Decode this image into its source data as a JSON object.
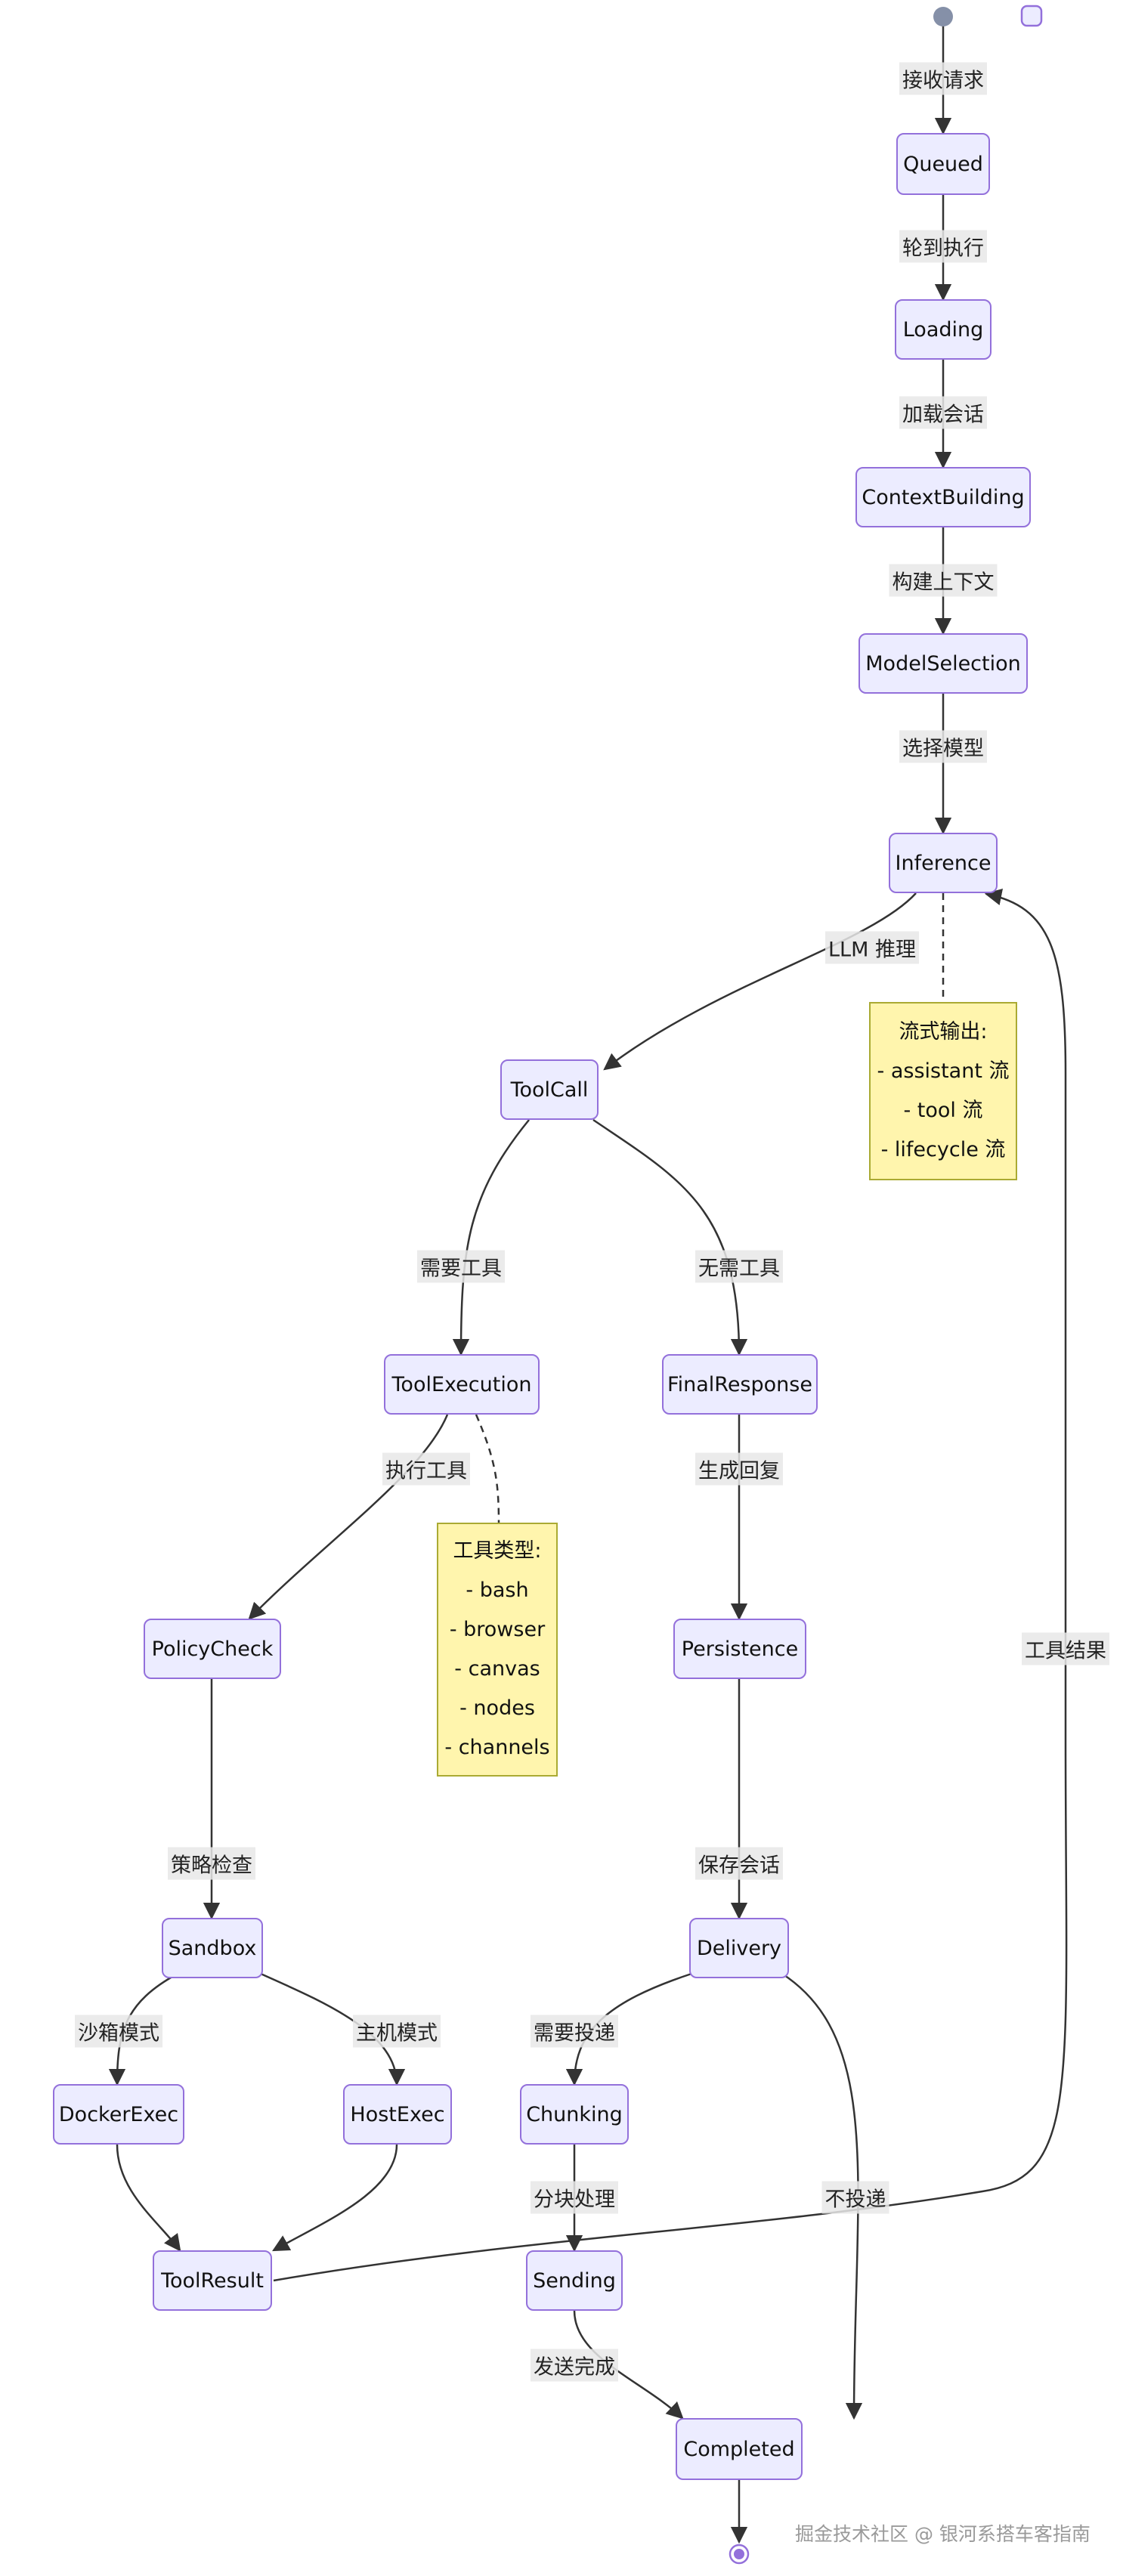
{
  "nodes": {
    "queued": "Queued",
    "loading": "Loading",
    "context_building": "ContextBuilding",
    "model_selection": "ModelSelection",
    "inference": "Inference",
    "tool_call": "ToolCall",
    "tool_execution": "ToolExecution",
    "final_response": "FinalResponse",
    "policy_check": "PolicyCheck",
    "persistence": "Persistence",
    "sandbox": "Sandbox",
    "delivery": "Delivery",
    "docker_exec": "DockerExec",
    "host_exec": "HostExec",
    "chunking": "Chunking",
    "tool_result": "ToolResult",
    "sending": "Sending",
    "completed": "Completed"
  },
  "edges": {
    "receive_request": "接收请求",
    "turn_to_execute": "轮到执行",
    "load_session": "加载会话",
    "build_context": "构建上下文",
    "select_model": "选择模型",
    "llm_inference": "LLM 推理",
    "need_tool": "需要工具",
    "no_tool": "无需工具",
    "execute_tool": "执行工具",
    "generate_reply": "生成回复",
    "policy_check": "策略检查",
    "save_session": "保存会话",
    "sandbox_mode": "沙箱模式",
    "host_mode": "主机模式",
    "need_delivery": "需要投递",
    "no_delivery": "不投递",
    "chunk_process": "分块处理",
    "send_complete": "发送完成",
    "tool_result": "工具结果"
  },
  "notes": {
    "streaming": [
      "流式输出:",
      "- assistant 流",
      "- tool 流",
      "- lifecycle 流"
    ],
    "tool_types": [
      "工具类型:",
      "- bash",
      "- browser",
      "- canvas",
      "- nodes",
      "- channels"
    ]
  },
  "watermark": "掘金技术社区 @ 银河系搭车客指南",
  "colors": {
    "node_fill": "#ececff",
    "node_border": "#9370db",
    "note_fill": "#fff5ad",
    "note_border": "#aaaa33",
    "start": "#8590a8"
  }
}
